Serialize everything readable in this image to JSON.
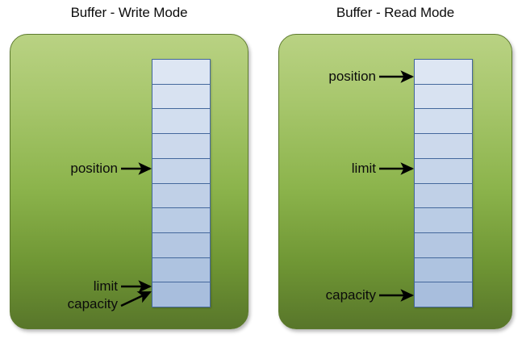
{
  "figure": {
    "title": "Buffer - Write Mode / Buffer - Read Mode",
    "background_color": "#ffffff"
  },
  "colors": {
    "panel_green_top": "#b9d283",
    "panel_green_bottom": "#58762a",
    "panel_border": "#5d7a2e",
    "cell_fill_top": "#dde6f3",
    "cell_fill_bottom": "#a8bedd",
    "cell_border": "#44689c",
    "text": "#0b0b0b",
    "arrow": "#000000"
  },
  "panels": [
    {
      "id": "write",
      "title": "Buffer - Write Mode",
      "cell_count": 10,
      "markers": [
        {
          "name": "position",
          "label": "position",
          "cell_index": 4
        },
        {
          "name": "limit",
          "label": "limit",
          "cell_index": 9
        },
        {
          "name": "capacity",
          "label": "capacity",
          "cell_index": 9
        }
      ]
    },
    {
      "id": "read",
      "title": "Buffer - Read Mode",
      "cell_count": 10,
      "markers": [
        {
          "name": "position",
          "label": "position",
          "cell_index": 0
        },
        {
          "name": "limit",
          "label": "limit",
          "cell_index": 4
        },
        {
          "name": "capacity",
          "label": "capacity",
          "cell_index": 9
        }
      ]
    }
  ]
}
